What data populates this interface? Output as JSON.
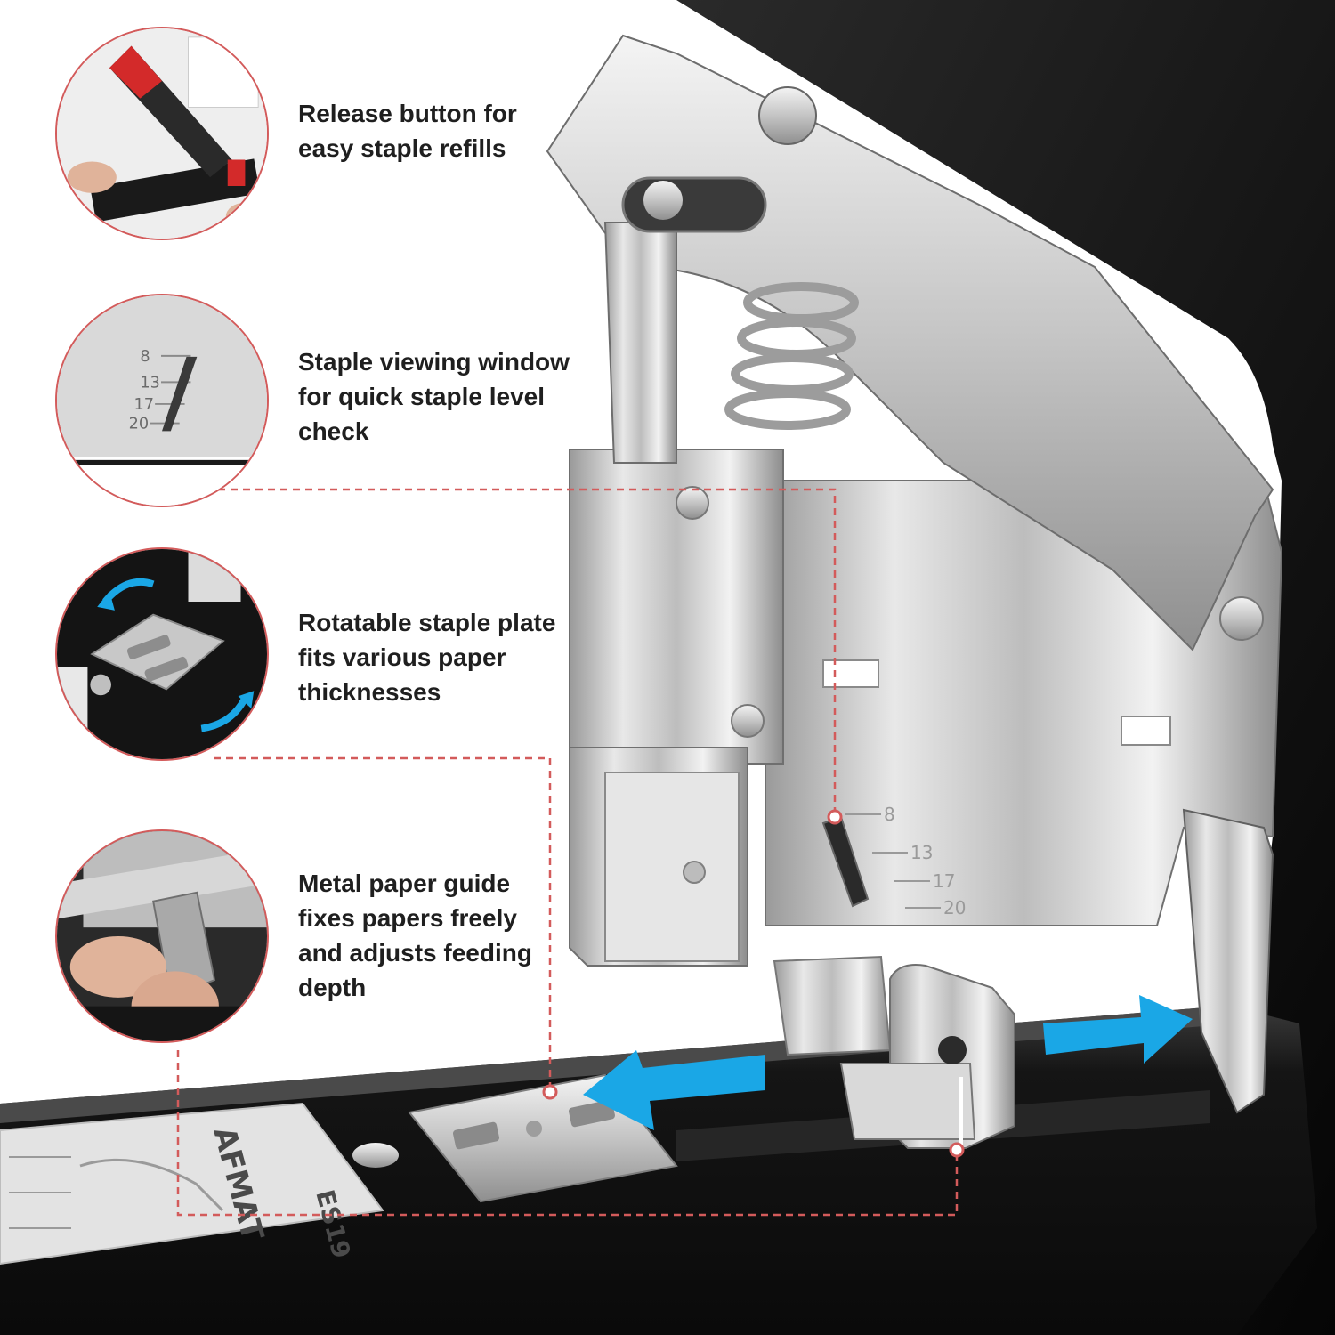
{
  "features": [
    {
      "id": "release",
      "lines": [
        "Release button for",
        "easy staple refills"
      ]
    },
    {
      "id": "viewing",
      "lines": [
        "Staple viewing window",
        "for quick staple level",
        "check"
      ]
    },
    {
      "id": "rotatable",
      "lines": [
        "Rotatable staple plate",
        "fits various paper",
        "thicknesses"
      ]
    },
    {
      "id": "guide",
      "lines": [
        "Metal paper guide",
        "fixes papers freely",
        "and adjusts feeding",
        "depth"
      ]
    }
  ],
  "gauge_marks": [
    "8",
    "13",
    "17",
    "20"
  ],
  "base_label": {
    "brand": "AFMAT",
    "model": "ES19"
  },
  "colors": {
    "accent_red": "#d35b5b",
    "arrow_blue": "#1aa7e6",
    "stapler_black": "#111111",
    "chrome": "#c9c9c9"
  }
}
